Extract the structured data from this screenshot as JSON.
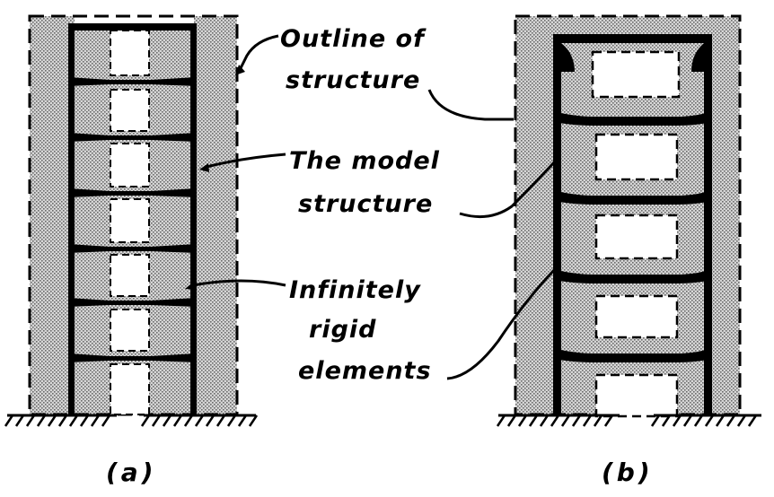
{
  "labels": {
    "outline_line1": "Outline of",
    "outline_line2": "structure",
    "model_line1": "The model",
    "model_line2": "structure",
    "rigid_line1": "Infinitely",
    "rigid_line2": "rigid",
    "rigid_line3": "elements"
  },
  "captions": {
    "a": "(a)",
    "b": "(b)"
  }
}
